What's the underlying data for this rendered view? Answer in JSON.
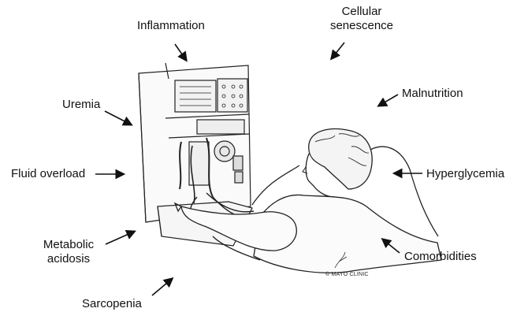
{
  "figure": {
    "labels": {
      "inflammation": "Inflammation",
      "cellular_senescence_line1": "Cellular",
      "cellular_senescence_line2": "senescence",
      "uremia": "Uremia",
      "malnutrition": "Malnutrition",
      "fluid_overload": "Fluid overload",
      "hyperglycemia": "Hyperglycemia",
      "metabolic_acidosis_line1": "Metabolic",
      "metabolic_acidosis_line2": "acidosis",
      "comorbidities": "Comorbidities",
      "sarcopenia": "Sarcopenia"
    },
    "copyright": "© MAYO CLINIC",
    "colors": {
      "ink": "#111111",
      "background": "#ffffff"
    }
  }
}
